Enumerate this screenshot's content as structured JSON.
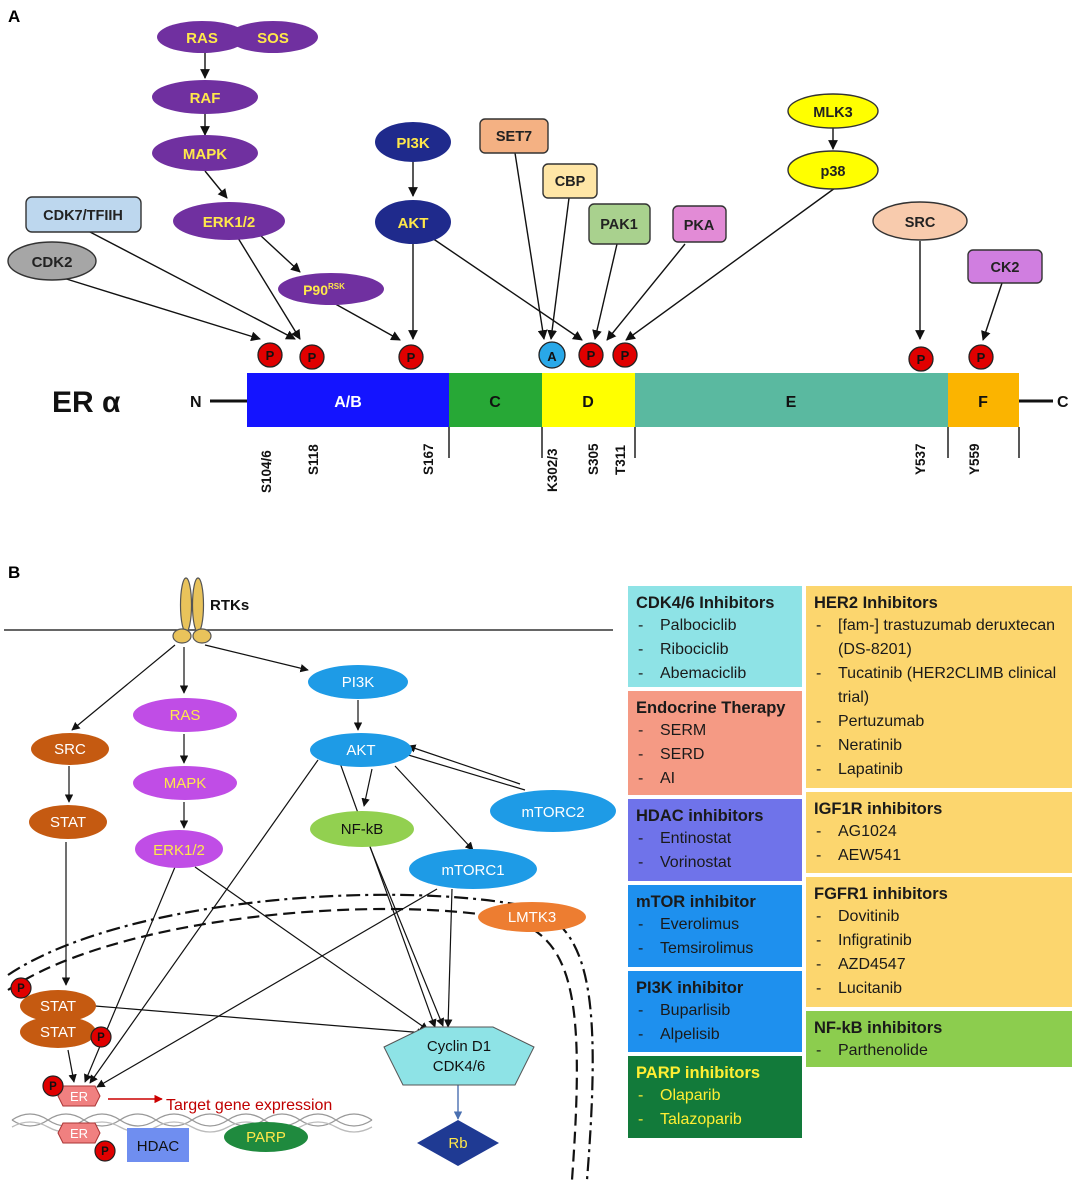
{
  "panel_a": {
    "label": "A",
    "protein": "ER α",
    "n_term": "N",
    "c_term": "C",
    "domains": [
      "A/B",
      "C",
      "D",
      "E",
      "F"
    ],
    "sites": [
      "S104/6",
      "S118",
      "S167",
      "K302/3",
      "S305",
      "T311",
      "Y537",
      "Y559"
    ],
    "marks": {
      "phospho": "P",
      "acetyl": "A"
    },
    "kinases": {
      "ras": "RAS",
      "sos": "SOS",
      "raf": "RAF",
      "mapk": "MAPK",
      "erk": "ERK1/2",
      "p90": "P90",
      "p90_sup": "RSK",
      "cdk7": "CDK7/TFIIH",
      "cdk2": "CDK2",
      "pi3k": "PI3K",
      "akt": "AKT",
      "set7": "SET7",
      "cbp": "CBP",
      "pak1": "PAK1",
      "pka": "PKA",
      "mlk3": "MLK3",
      "p38": "p38",
      "src": "SRC",
      "ck2": "CK2"
    }
  },
  "panel_b": {
    "label": "B",
    "nodes": {
      "rtks": "RTKs",
      "src": "SRC",
      "stat": "STAT",
      "ras": "RAS",
      "mapk": "MAPK",
      "erk": "ERK1/2",
      "pi3k": "PI3K",
      "akt": "AKT",
      "mtorc2": "mTORC2",
      "nfkb": "NF-kB",
      "mtorc1": "mTORC1",
      "lmtk3": "LMTK3",
      "cyclin": "Cyclin D1",
      "cdk46": "CDK4/6",
      "rb": "Rb",
      "er": "ER",
      "hdac": "HDAC",
      "parp": "PARP",
      "p": "P",
      "target": "Target gene expression"
    },
    "drug_boxes": [
      {
        "title": "CDK4/6 Inhibitors",
        "items": [
          "Palbociclib",
          "Ribociclib",
          "Abemaciclib"
        ]
      },
      {
        "title": "Endocrine Therapy",
        "items": [
          "SERM",
          "SERD",
          "AI"
        ]
      },
      {
        "title": "HDAC inhibitors",
        "items": [
          "Entinostat",
          "Vorinostat"
        ]
      },
      {
        "title": "mTOR inhibitor",
        "items": [
          "Everolimus",
          "Temsirolimus"
        ]
      },
      {
        "title": "PI3K inhibitor",
        "items": [
          "Buparlisib",
          "Alpelisib"
        ]
      },
      {
        "title": "PARP inhibitors",
        "items": [
          "Olaparib",
          "Talazoparib"
        ]
      },
      {
        "title": "HER2 Inhibitors",
        "items": [
          "[fam-] trastuzumab deruxtecan (DS-8201)",
          "Tucatinib (HER2CLIMB clinical trial)",
          "Pertuzumab",
          "Neratinib",
          "Lapatinib"
        ]
      },
      {
        "title": "IGF1R inhibitors",
        "items": [
          "AG1024",
          "AEW541"
        ]
      },
      {
        "title": "FGFR1 inhibitors",
        "items": [
          "Dovitinib",
          "Infigratinib",
          "AZD4547",
          "Lucitanib"
        ]
      },
      {
        "title": "NF-kB inhibitors",
        "items": [
          "Parthenolide"
        ]
      }
    ],
    "box_colors": [
      "#8ee3e6",
      "#f59a84",
      "#6f73ea",
      "#1e90ee",
      "#1e90ee",
      "#127a3a",
      "#fcd66e",
      "#fcd66e",
      "#fcd66e",
      "#8ccd4e"
    ]
  }
}
